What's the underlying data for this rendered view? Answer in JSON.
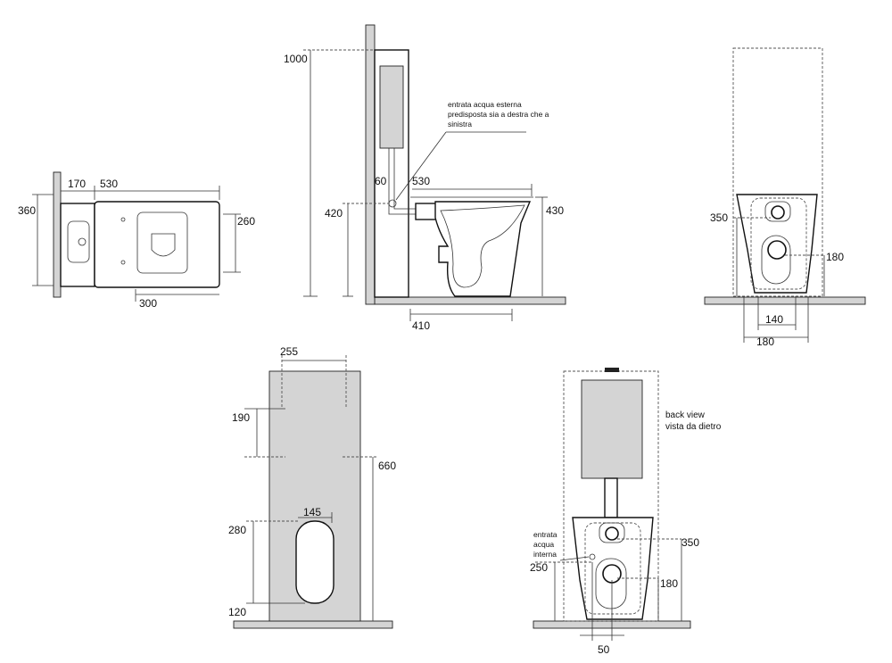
{
  "dimensions": {
    "top_170": "170",
    "top_530": "530",
    "top_360": "360",
    "top_260": "260",
    "top_300": "300",
    "side_1000": "1000",
    "side_60": "60",
    "side_530": "530",
    "side_420": "420",
    "side_430": "430",
    "side_410": "410",
    "front_350": "350",
    "front_180_right": "180",
    "front_140": "140",
    "front_180_bottom": "180",
    "wall_255": "255",
    "wall_190": "190",
    "wall_660": "660",
    "wall_145": "145",
    "wall_280": "280",
    "wall_120": "120",
    "back_350": "350",
    "back_250": "250",
    "back_180": "180",
    "back_50": "50"
  },
  "notes": {
    "external_inlet_line1": "entrata acqua esterna",
    "external_inlet_line2": "predisposta sia a destra che a",
    "external_inlet_line3": "sinistra",
    "back_view_line1": "back view",
    "back_view_line2": "vista da dietro",
    "internal_inlet_line1": "entrata",
    "internal_inlet_line2": "acqua",
    "internal_inlet_line3": "interna"
  }
}
